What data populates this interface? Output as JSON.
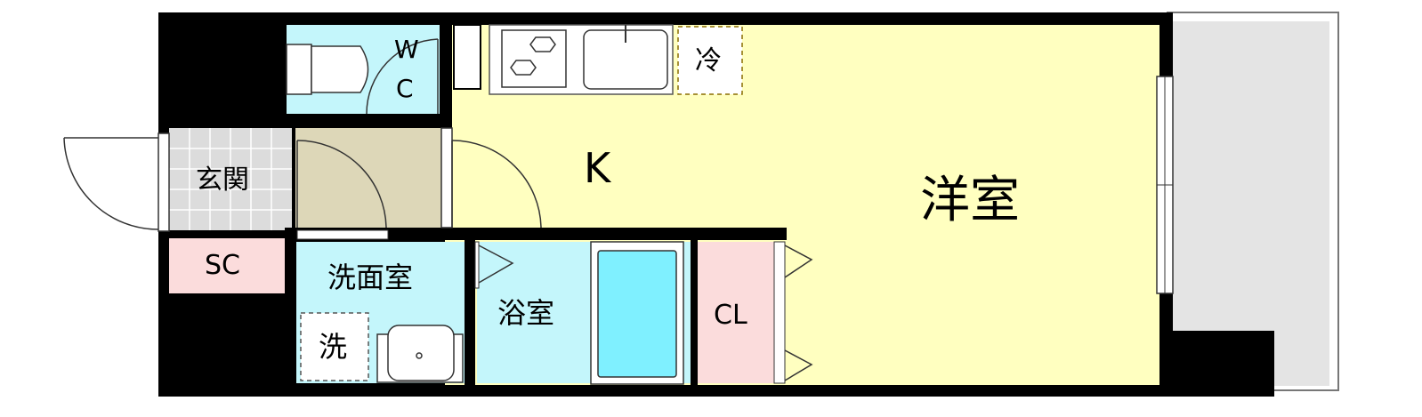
{
  "floor_plan": {
    "rooms": {
      "western_room": "洋室",
      "kitchen": "K",
      "wc_line1": "W",
      "wc_line2": "C",
      "entrance": "玄関",
      "shoe_closet": "SC",
      "washroom": "洗面室",
      "bathroom": "浴室",
      "closet": "CL"
    },
    "fixtures": {
      "refrigerator": "冷",
      "washer": "洗"
    },
    "colors": {
      "western_room": "#ffffc0",
      "kitchen": "#ffffc0",
      "wet_areas": "#c4f6fb",
      "bathtub": "#7ff0ff",
      "closet": "#fbdcdc",
      "entrance": "#dcdcdc",
      "hallway": "#ddd7b8",
      "balcony": "#e4e4e4",
      "walls": "#000000"
    }
  }
}
